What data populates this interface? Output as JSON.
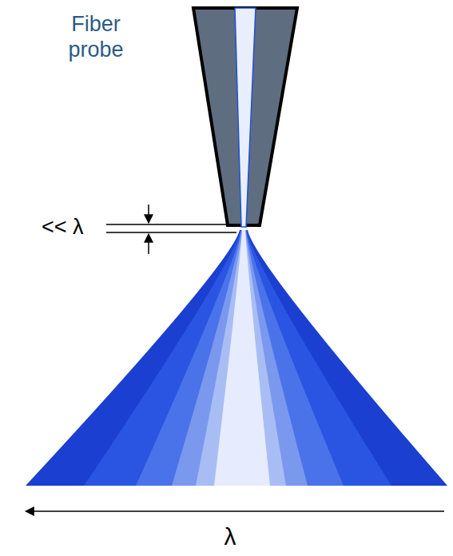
{
  "diagram": {
    "labels": [
      "Fiber probe",
      "<< λ",
      "λ"
    ]
  }
}
